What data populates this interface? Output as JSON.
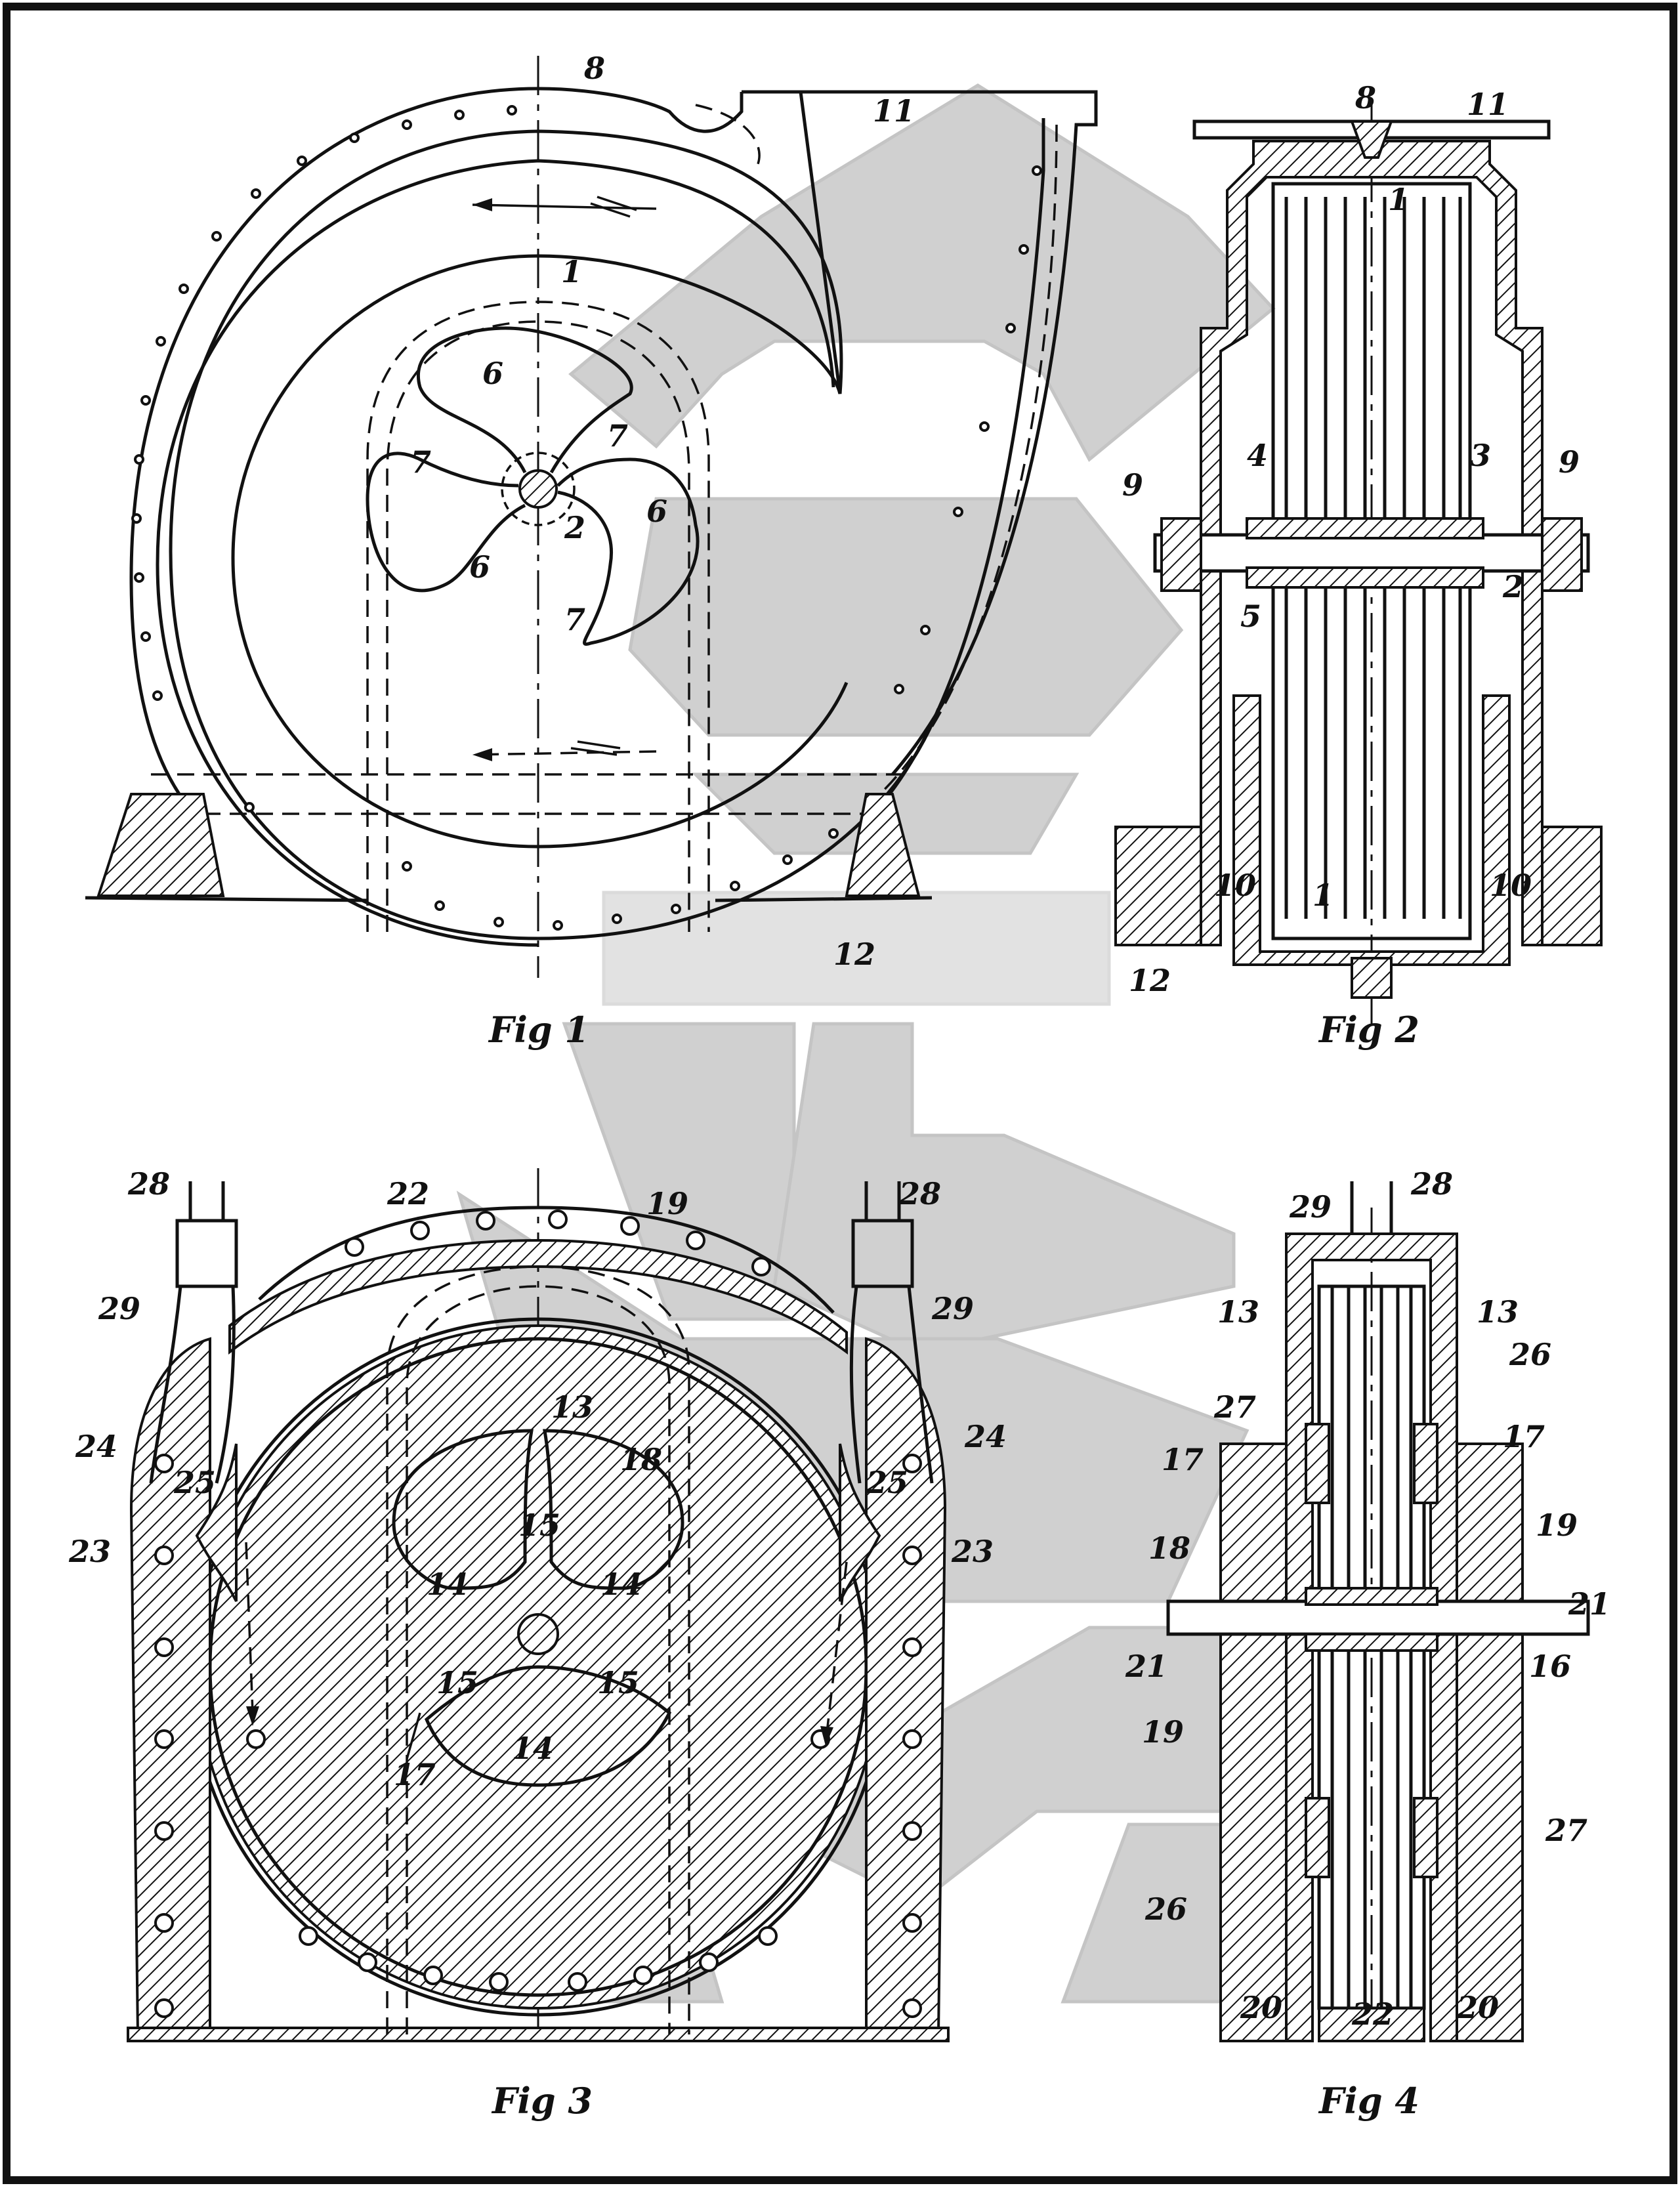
{
  "figures": [
    {
      "caption": "Fig 1",
      "labels": [
        "8",
        "11",
        "1",
        "6",
        "7",
        "7",
        "6",
        "2",
        "6",
        "7",
        "12"
      ]
    },
    {
      "caption": "Fig 2",
      "labels": [
        "8",
        "11",
        "1",
        "4",
        "3",
        "9",
        "9",
        "5",
        "2",
        "1",
        "10",
        "10",
        "12"
      ]
    },
    {
      "caption": "Fig 3",
      "labels": [
        "28",
        "22",
        "19",
        "28",
        "29",
        "29",
        "13",
        "18",
        "24",
        "24",
        "25",
        "25",
        "23",
        "23",
        "15",
        "14",
        "14",
        "15",
        "15",
        "14",
        "17"
      ]
    },
    {
      "caption": "Fig 4",
      "labels": [
        "28",
        "29",
        "13",
        "13",
        "26",
        "27",
        "17",
        "17",
        "19",
        "18",
        "21",
        "21",
        "16",
        "19",
        "27",
        "26",
        "20",
        "20",
        "22"
      ]
    }
  ]
}
